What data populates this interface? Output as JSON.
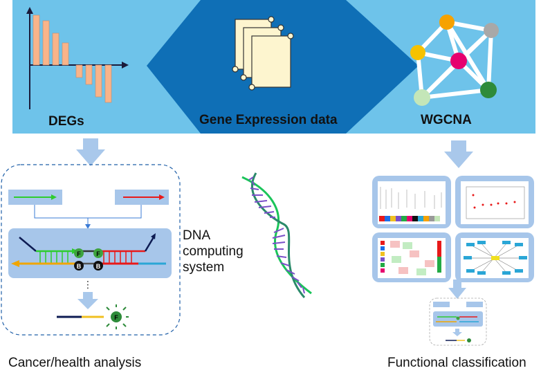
{
  "banner": {
    "left_label": "DEGs",
    "center_label": "Gene Expression data",
    "right_label": "WGCNA"
  },
  "left_panel": {
    "caption": "Cancer/health analysis",
    "ellipsis": "⋮",
    "beads": [
      "F",
      "B"
    ]
  },
  "center": {
    "dna_label_line1": "DNA",
    "dna_label_line2": "computing",
    "dna_label_line3": "system"
  },
  "right_panel": {
    "caption": "Functional classification"
  },
  "colors": {
    "banner": "#6ec3ea",
    "diamond": "#0f6fb6",
    "arrow": "#a9c8eb",
    "bars": "#f9b48a",
    "panel": "#a7c6ea"
  },
  "icons": [
    "bar-chart-icon",
    "documents-icon",
    "network-icon",
    "dna-helix-icon"
  ]
}
